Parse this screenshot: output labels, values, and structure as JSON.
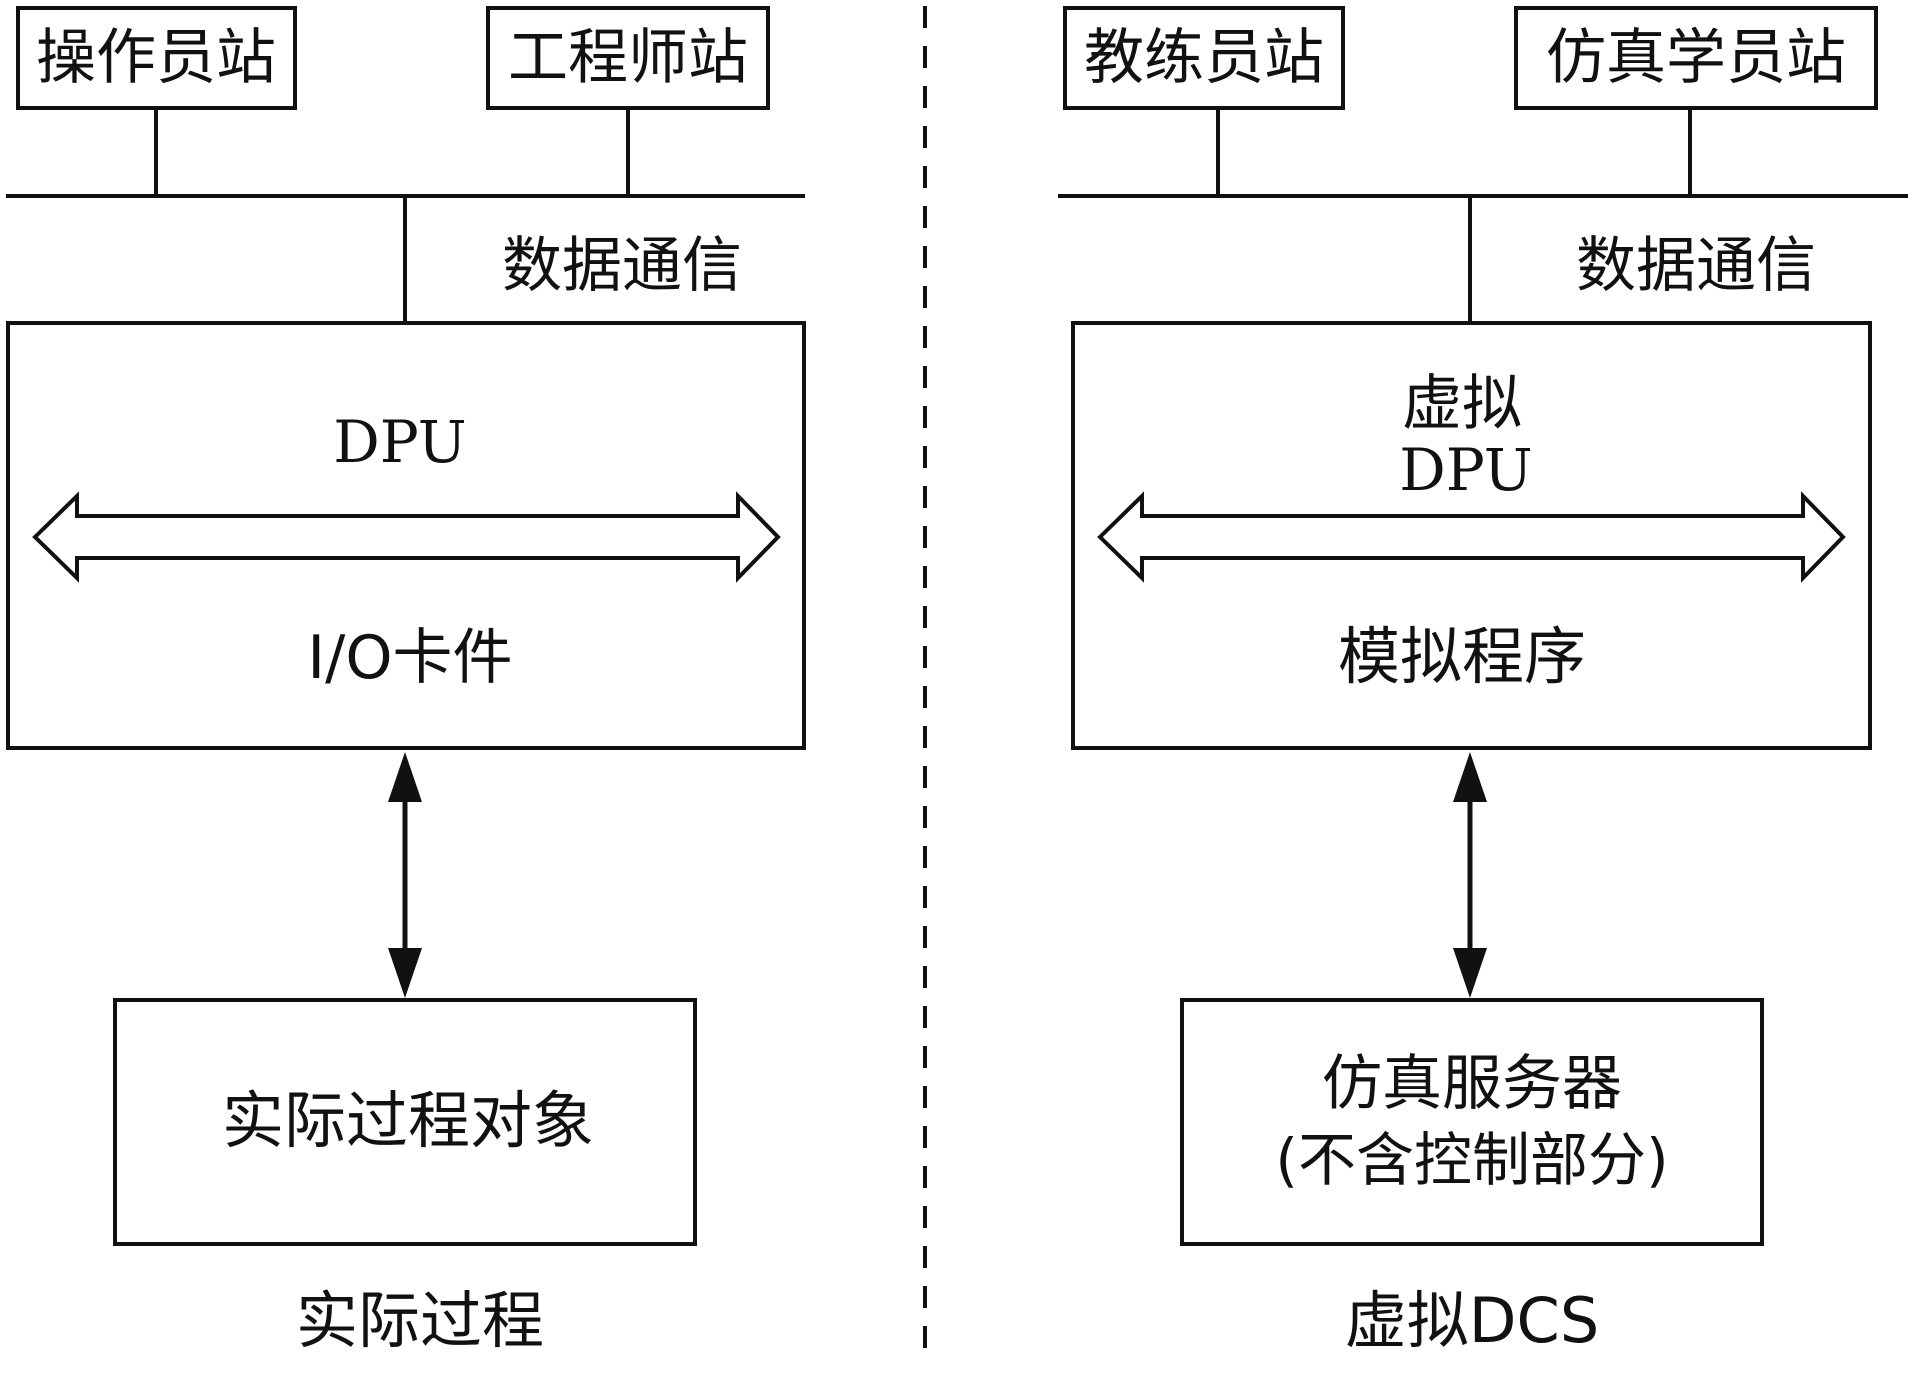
{
  "left": {
    "stations": [
      "操作员站",
      "工程师站"
    ],
    "bus_label": "数据通信",
    "controller": {
      "title": "DPU",
      "bottom_label": "I/O卡件"
    },
    "process_box_label": "实际过程对象",
    "caption": "实际过程"
  },
  "right": {
    "stations": [
      "教练员站",
      "仿真学员站"
    ],
    "bus_label": "数据通信",
    "controller": {
      "title_line1": "虚拟",
      "title_line2": "DPU",
      "bottom_label": "模拟程序"
    },
    "server_box": {
      "line1": "仿真服务器",
      "line2": "(不含控制部分)"
    },
    "caption": "虚拟DCS"
  },
  "colors": {
    "line": "#111111",
    "background": "#ffffff"
  }
}
